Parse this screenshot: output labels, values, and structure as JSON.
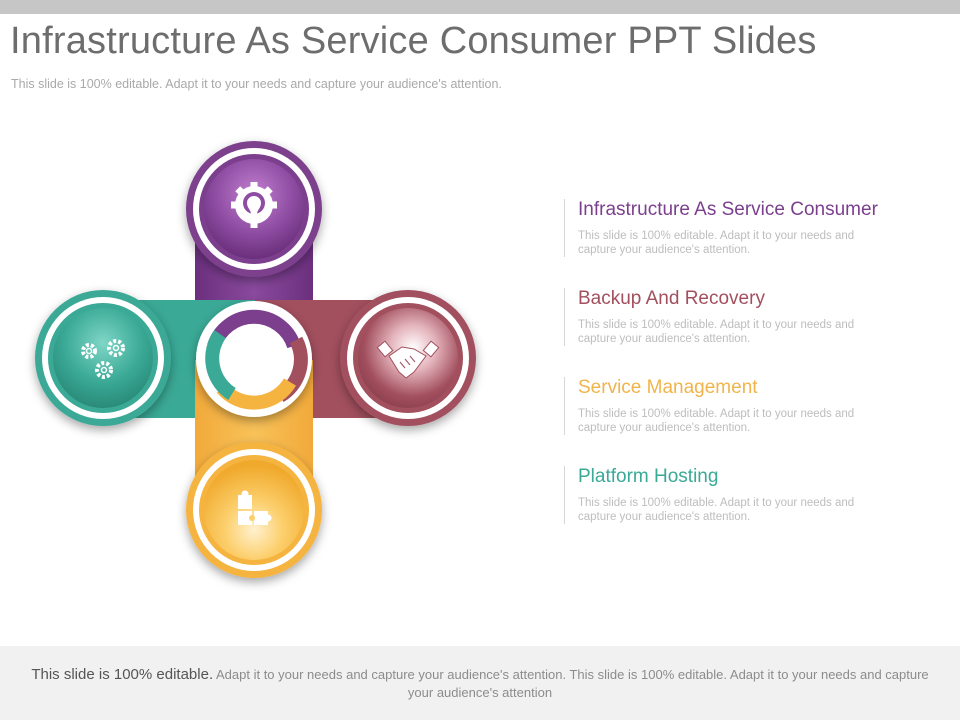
{
  "slide": {
    "title": "Infrastructure As Service Consumer PPT Slides",
    "subtitle": "This slide is 100% editable. Adapt it to your needs and capture your audience's attention."
  },
  "colors": {
    "purple": "#7b3f8d",
    "green": "#3aa996",
    "rose": "#a24f5e",
    "yellow": "#f5b33f"
  },
  "diagram": {
    "icons": {
      "top": "lightbulb-gear-icon",
      "left": "gears-icon",
      "right": "handshake-icon",
      "bottom": "puzzle-icon"
    }
  },
  "items": [
    {
      "heading": "Infrastructure As Service Consumer",
      "description": "This slide is 100% editable. Adapt it to your needs and capture your audience's attention.",
      "color": "#7b3f8d"
    },
    {
      "heading": "Backup And Recovery",
      "description": "This slide is 100% editable. Adapt it to your needs and capture your audience's attention.",
      "color": "#a24f5e"
    },
    {
      "heading": "Service Management",
      "description": "This slide is 100% editable. Adapt it to your needs and capture your audience's attention.",
      "color": "#f0b44a"
    },
    {
      "heading": "Platform Hosting",
      "description": "This slide is 100% editable. Adapt it to your needs and capture your audience's attention.",
      "color": "#3aa996"
    }
  ],
  "footer": {
    "lead": "This slide is 100% editable.",
    "text": " Adapt it to your needs and capture your audience's attention. This slide is 100% editable. Adapt it to your needs and capture your audience's attention"
  }
}
